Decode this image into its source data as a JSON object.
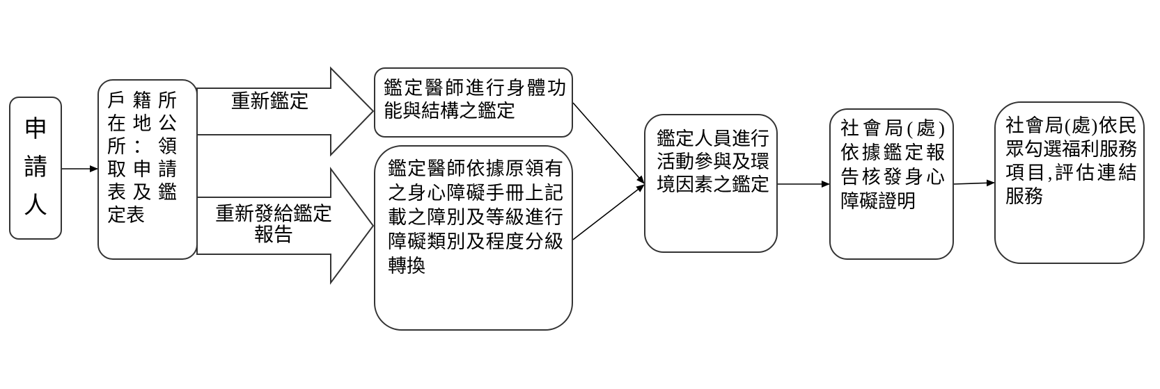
{
  "nodes": {
    "applicant": "申請人",
    "household": "戶籍所在地公所：領取申請表及鑑定表",
    "physical": "鑑定醫師進行身體功能與結構之鑑定",
    "convert": "鑑定醫師依據原領有之身心障礙手冊上記載之障別及等級進行障礙類別及程度分級轉換",
    "activity": "鑑定人員進行活動參與及環境因素之鑑定",
    "bureau": "社會局(處)依據鑑定報告核發身心障礙證明",
    "services": "社會局(處)依民眾勾選福利服務項目,評估連結服務"
  },
  "arrows": {
    "reassess": "重新鑑定",
    "reissue_line1": "重新發給鑑定",
    "reissue_line2": "報告"
  },
  "colors": {
    "stroke": "#333333",
    "text": "#000000",
    "background": "#ffffff"
  }
}
